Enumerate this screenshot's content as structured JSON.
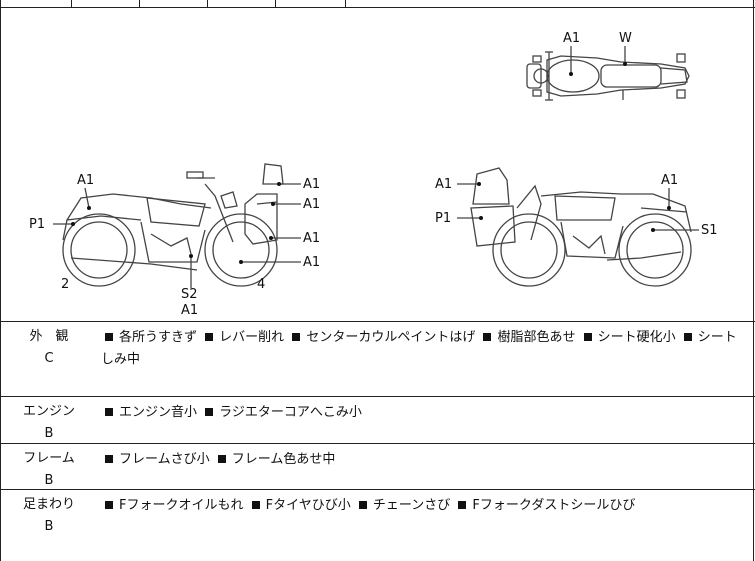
{
  "diagram_labels": {
    "top_view": [
      "A1",
      "W"
    ],
    "left_side": [
      "A1",
      "P1",
      "A1",
      "A1",
      "A1",
      "A1",
      "2",
      "4",
      "S2",
      "A1"
    ],
    "right_side": [
      "A1",
      "P1",
      "A1",
      "S1"
    ]
  },
  "rows": [
    {
      "category": "外　観",
      "grade": "C",
      "notes": [
        "各所うすきず",
        "レバー削れ",
        "センターカウルペイントはげ",
        "樹脂部色あせ",
        "シート硬化小",
        "シートしみ中"
      ]
    },
    {
      "category": "エンジン",
      "grade": "B",
      "notes": [
        "エンジン音小",
        "ラジエターコアへこみ小"
      ]
    },
    {
      "category": "フレーム",
      "grade": "B",
      "notes": [
        "フレームさび小",
        "フレーム色あせ中"
      ]
    },
    {
      "category": "足まわり",
      "grade": "B",
      "notes": [
        "Fフォークオイルもれ",
        "Fタイヤひび小",
        "チェーンさび",
        "Fフォークダストシールひび"
      ]
    }
  ],
  "colors": {
    "line": "#222222",
    "text": "#111111",
    "background": "#ffffff"
  }
}
